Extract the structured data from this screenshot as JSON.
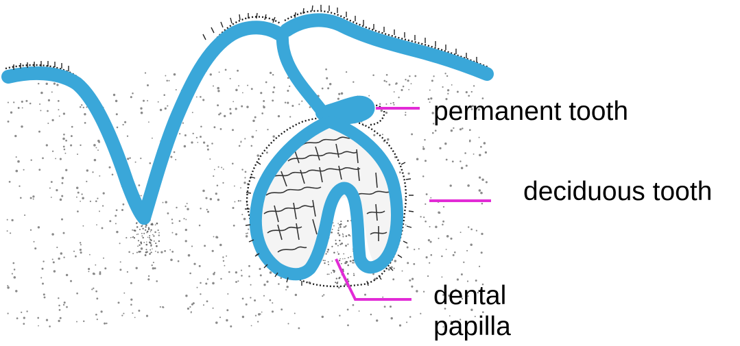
{
  "diagram": {
    "labels": {
      "permanent_tooth": "permanent tooth",
      "deciduous_tooth": "deciduous tooth",
      "dental_papilla_line1": "dental",
      "dental_papilla_line2": "papilla"
    },
    "colors": {
      "epithelium": "#3aa7d9",
      "outline": "#1a1a1a",
      "leader_line": "#e22bd6",
      "mesenchyme_dots": "#8a8a8a",
      "text": "#000000",
      "background": "#ffffff"
    }
  }
}
